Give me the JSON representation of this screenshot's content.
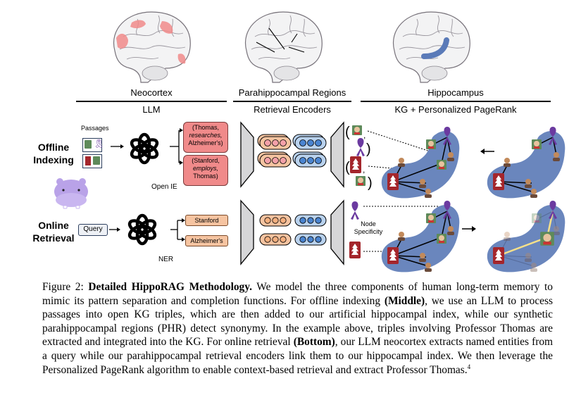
{
  "figure": {
    "columns": [
      {
        "region": "Neocortex",
        "component": "LLM"
      },
      {
        "region": "Parahippocampal Regions",
        "component": "Retrieval Encoders"
      },
      {
        "region": "Hippocampus",
        "component": "KG + Personalized PageRank"
      }
    ],
    "rows": {
      "offline": {
        "label_line1": "Offline",
        "label_line2": "Indexing"
      },
      "online": {
        "label_line1": "Online",
        "label_line2": "Retrieval"
      }
    },
    "offline_indexing": {
      "passages_label": "Passages",
      "llm_task_label": "Open IE",
      "triples": [
        {
          "subject": "(Thomas,",
          "relation": "researches,",
          "object": "Alzheimer's)"
        },
        {
          "subject": "(Stanford,",
          "relation": "employs,",
          "object": "Thomas)"
        }
      ]
    },
    "online_retrieval": {
      "query_label": "Query",
      "llm_task_label": "NER",
      "entities": [
        "Stanford",
        "Alzheimer's"
      ],
      "node_specificity_label_line1": "Node",
      "node_specificity_label_line2": "Specificity"
    },
    "colors": {
      "neocortex_pink": "#f08a8a",
      "hippocampus_blue": "#6a86bd",
      "entity_orange": "#f6c4a1",
      "encoder_red": "#f4a0a8",
      "encoder_blue": "#4a84d0",
      "ppr_path_yellow": "#f5e08a",
      "stanford_red": "#a4262c",
      "ribbon_purple": "#6b3aa0"
    }
  },
  "caption": {
    "prefix": "Figure 2: ",
    "title": "Detailed HippoRAG Methodology.",
    "part1": " We model the three components of human long-term memory to mimic its pattern separation and completion functions. For offline indexing ",
    "middle": "(Middle)",
    "part2": ", we use an LLM to process passages into open KG triples, which are then added to our artificial hippocampal index, while our synthetic parahippocampal regions (PHR) detect synonymy. In the example above, triples involving Professor Thomas are extracted and integrated into the KG. For online retrieval ",
    "bottom": "(Bottom)",
    "part3": ", our LLM neocortex extracts named entities from a query while our parahippocampal retrieval encoders link them to our hippocampal index.  We then leverage the Personalized PageRank algorithm to enable context-based retrieval and extract Professor Thomas.",
    "footnote_mark": "4"
  }
}
